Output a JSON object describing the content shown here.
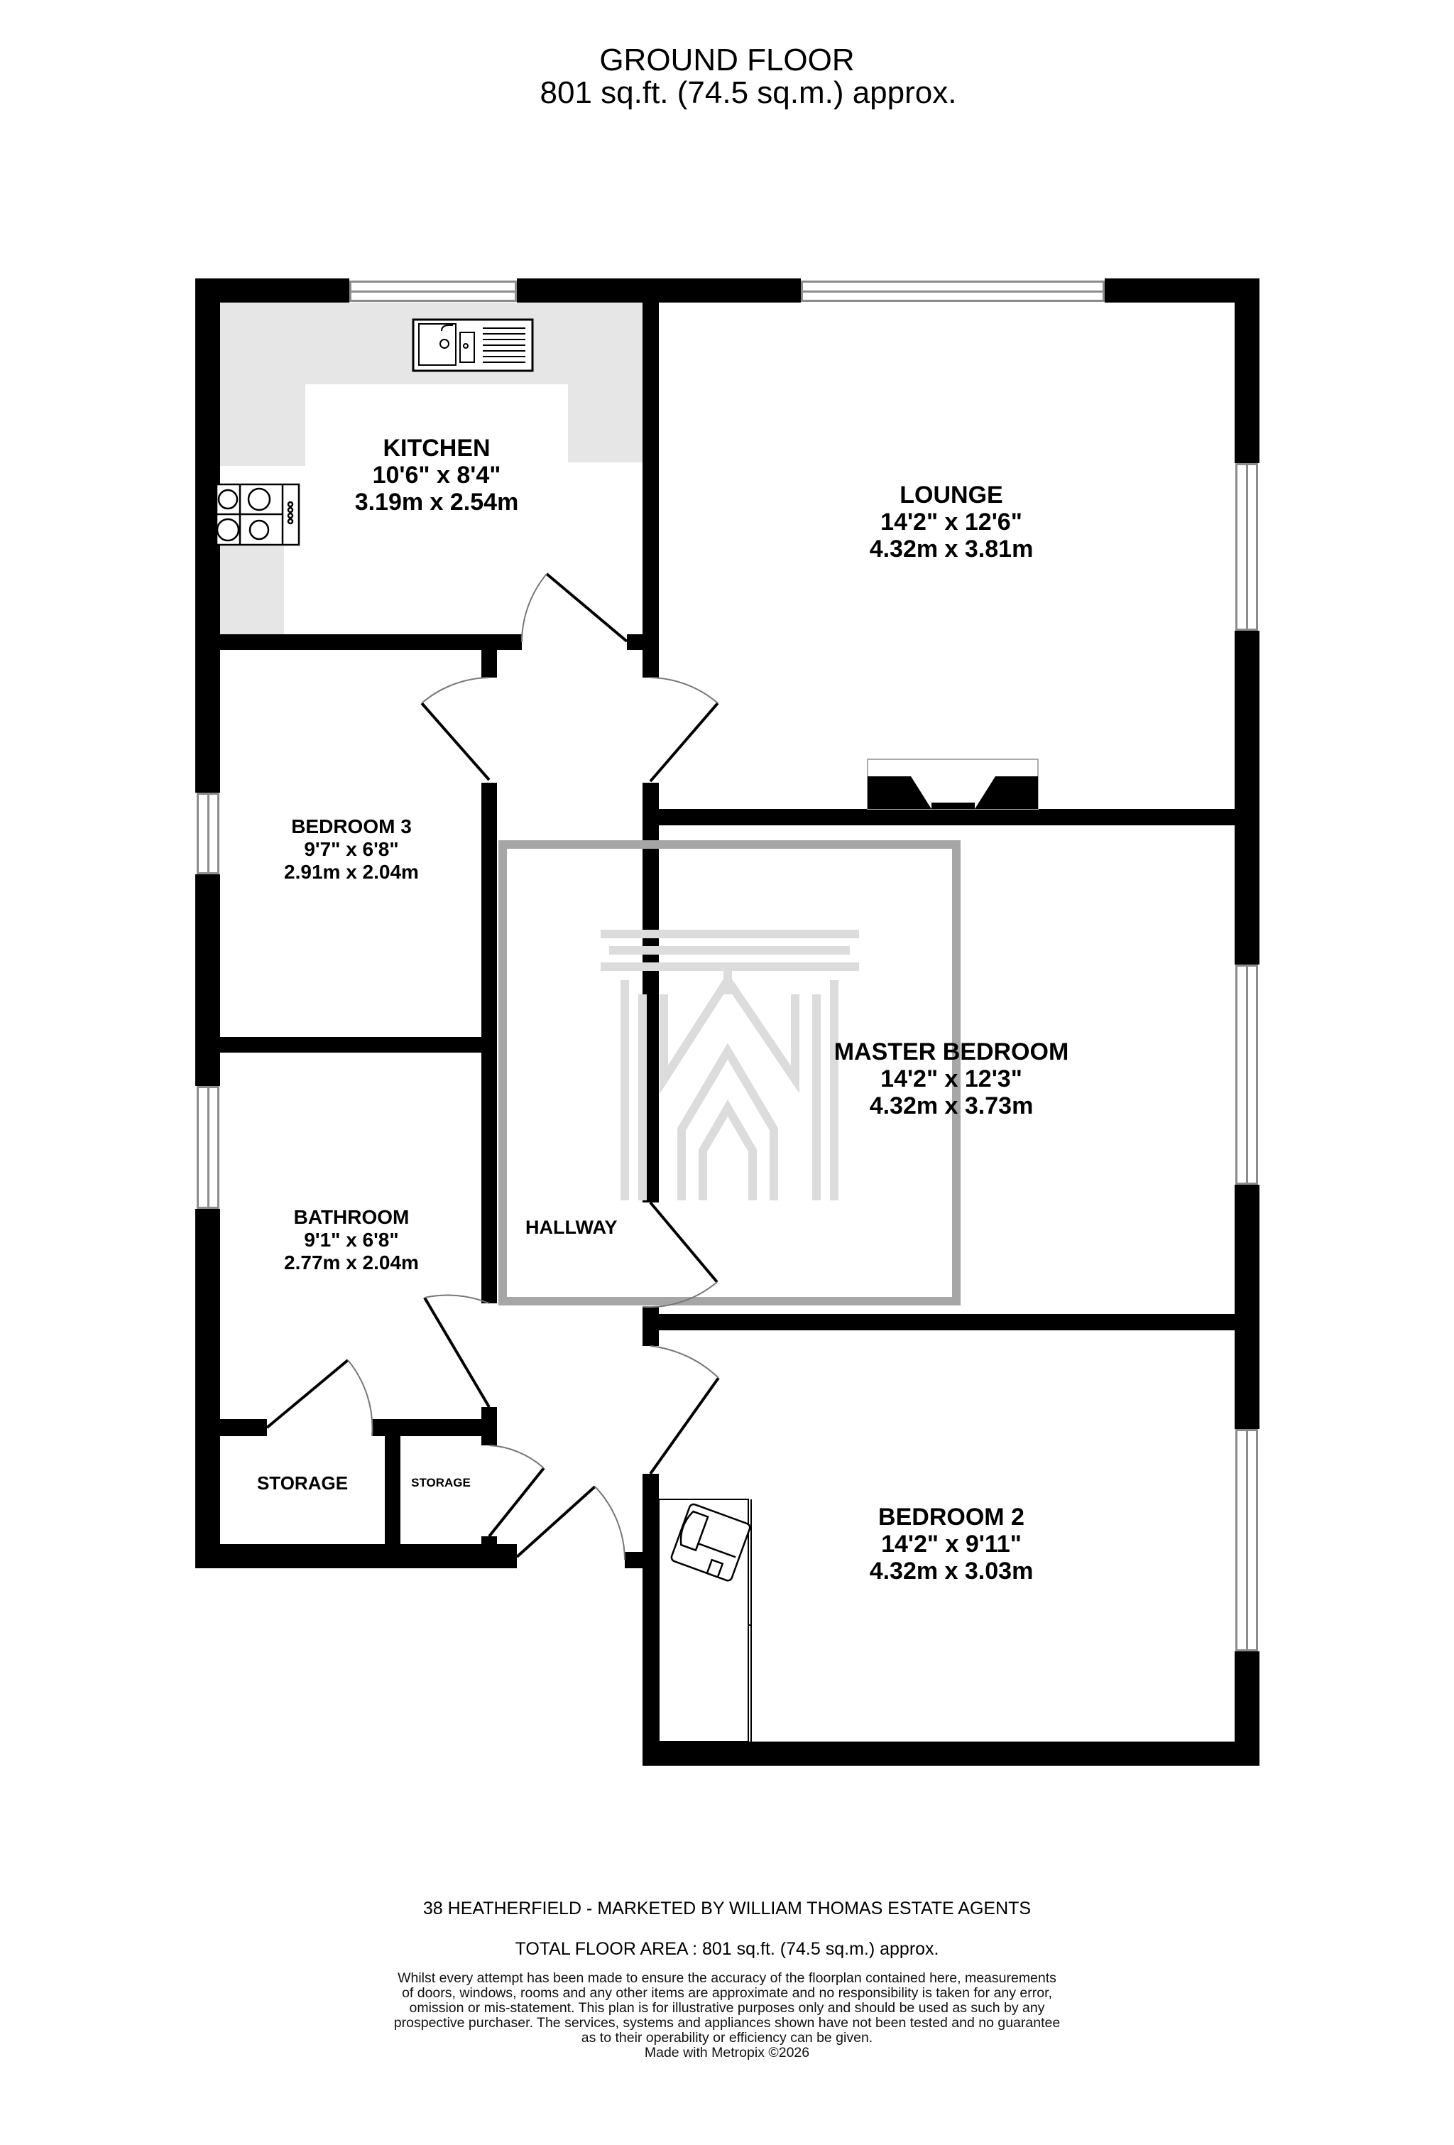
{
  "header": {
    "floor_name": "GROUND FLOOR",
    "floor_area": "801 sq.ft. (74.5 sq.m.) approx."
  },
  "rooms": {
    "kitchen": {
      "name": "KITCHEN",
      "imperial": "10'6\"  x 8'4\"",
      "metric": "3.19m  x 2.54m"
    },
    "lounge": {
      "name": "LOUNGE",
      "imperial": "14'2\"  x 12'6\"",
      "metric": "4.32m  x 3.81m"
    },
    "bedroom3": {
      "name": "BEDROOM 3",
      "imperial": "9'7\"  x 6'8\"",
      "metric": "2.91m  x 2.04m"
    },
    "master_bedroom": {
      "name": "MASTER BEDROOM",
      "imperial": "14'2\"  x 12'3\"",
      "metric": "4.32m  x 3.73m"
    },
    "bathroom": {
      "name": "BATHROOM",
      "imperial": "9'1\"  x 6'8\"",
      "metric": "2.77m  x 2.04m"
    },
    "hallway": {
      "name": "HALLWAY"
    },
    "storage_1": {
      "name": "STORAGE"
    },
    "storage_2": {
      "name": "STORAGE"
    },
    "bedroom2": {
      "name": "BEDROOM 2",
      "imperial": "14'2\"  x 9'11\"",
      "metric": "4.32m  x 3.03m"
    }
  },
  "fixtures": {
    "kitchen": [
      "sink-icon",
      "hob-icon"
    ],
    "lounge": [
      "fireplace-icon"
    ],
    "bedroom2": [
      "wardrobe-icon",
      "boiler-icon"
    ]
  },
  "footer": {
    "agent_line": "38 HEATHERFIELD - MARKETED BY WILLIAM THOMAS ESTATE AGENTS",
    "total_area": "TOTAL FLOOR AREA : 801 sq.ft. (74.5 sq.m.) approx.",
    "disclaimer": [
      "Whilst every attempt has been made to ensure the accuracy of the floorplan contained here, measurements",
      "of doors, windows, rooms and any other items are approximate and no responsibility is taken for any error,",
      "omission or mis-statement. This plan is for illustrative purposes only and should be used as such by any",
      "prospective purchaser. The services, systems and appliances shown have not been tested and no guarantee",
      "as to their operability or efficiency can be given."
    ],
    "credit": "Made with Metropix ©2026"
  },
  "colors": {
    "wall": "#000000",
    "counter": "#e6e6e6",
    "window_frame": "#8c8c8c",
    "watermark_frame": "#a6a6a6",
    "watermark_logo": "#dcdcdc"
  }
}
